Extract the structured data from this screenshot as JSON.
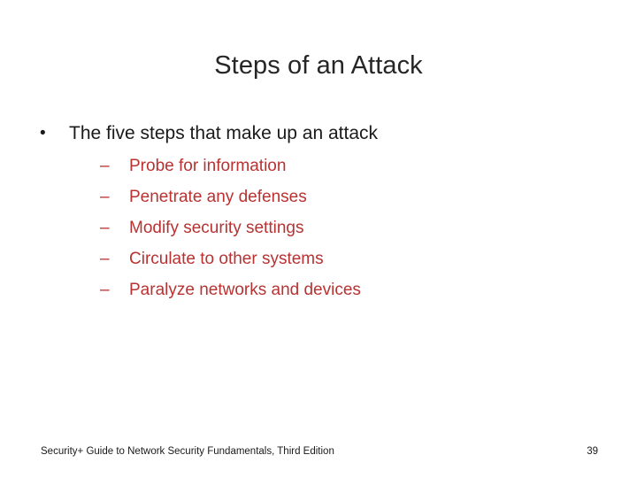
{
  "slide": {
    "title": "Steps of an Attack",
    "background_color": "#ffffff",
    "title_color": "#262626",
    "accent_color": "#b93232",
    "bullets": [
      {
        "marker": "•",
        "text": "The five steps that make up an attack",
        "color": "#1a1a1a",
        "sub_items": [
          {
            "marker": "–",
            "text": "Probe for information"
          },
          {
            "marker": "–",
            "text": "Penetrate any defenses"
          },
          {
            "marker": "–",
            "text": "Modify security settings"
          },
          {
            "marker": "–",
            "text": "Circulate to other systems"
          },
          {
            "marker": "–",
            "text": "Paralyze networks and devices"
          }
        ]
      }
    ],
    "footer": {
      "text": "Security+ Guide to Network Security Fundamentals, Third Edition",
      "page_number": "39"
    }
  }
}
